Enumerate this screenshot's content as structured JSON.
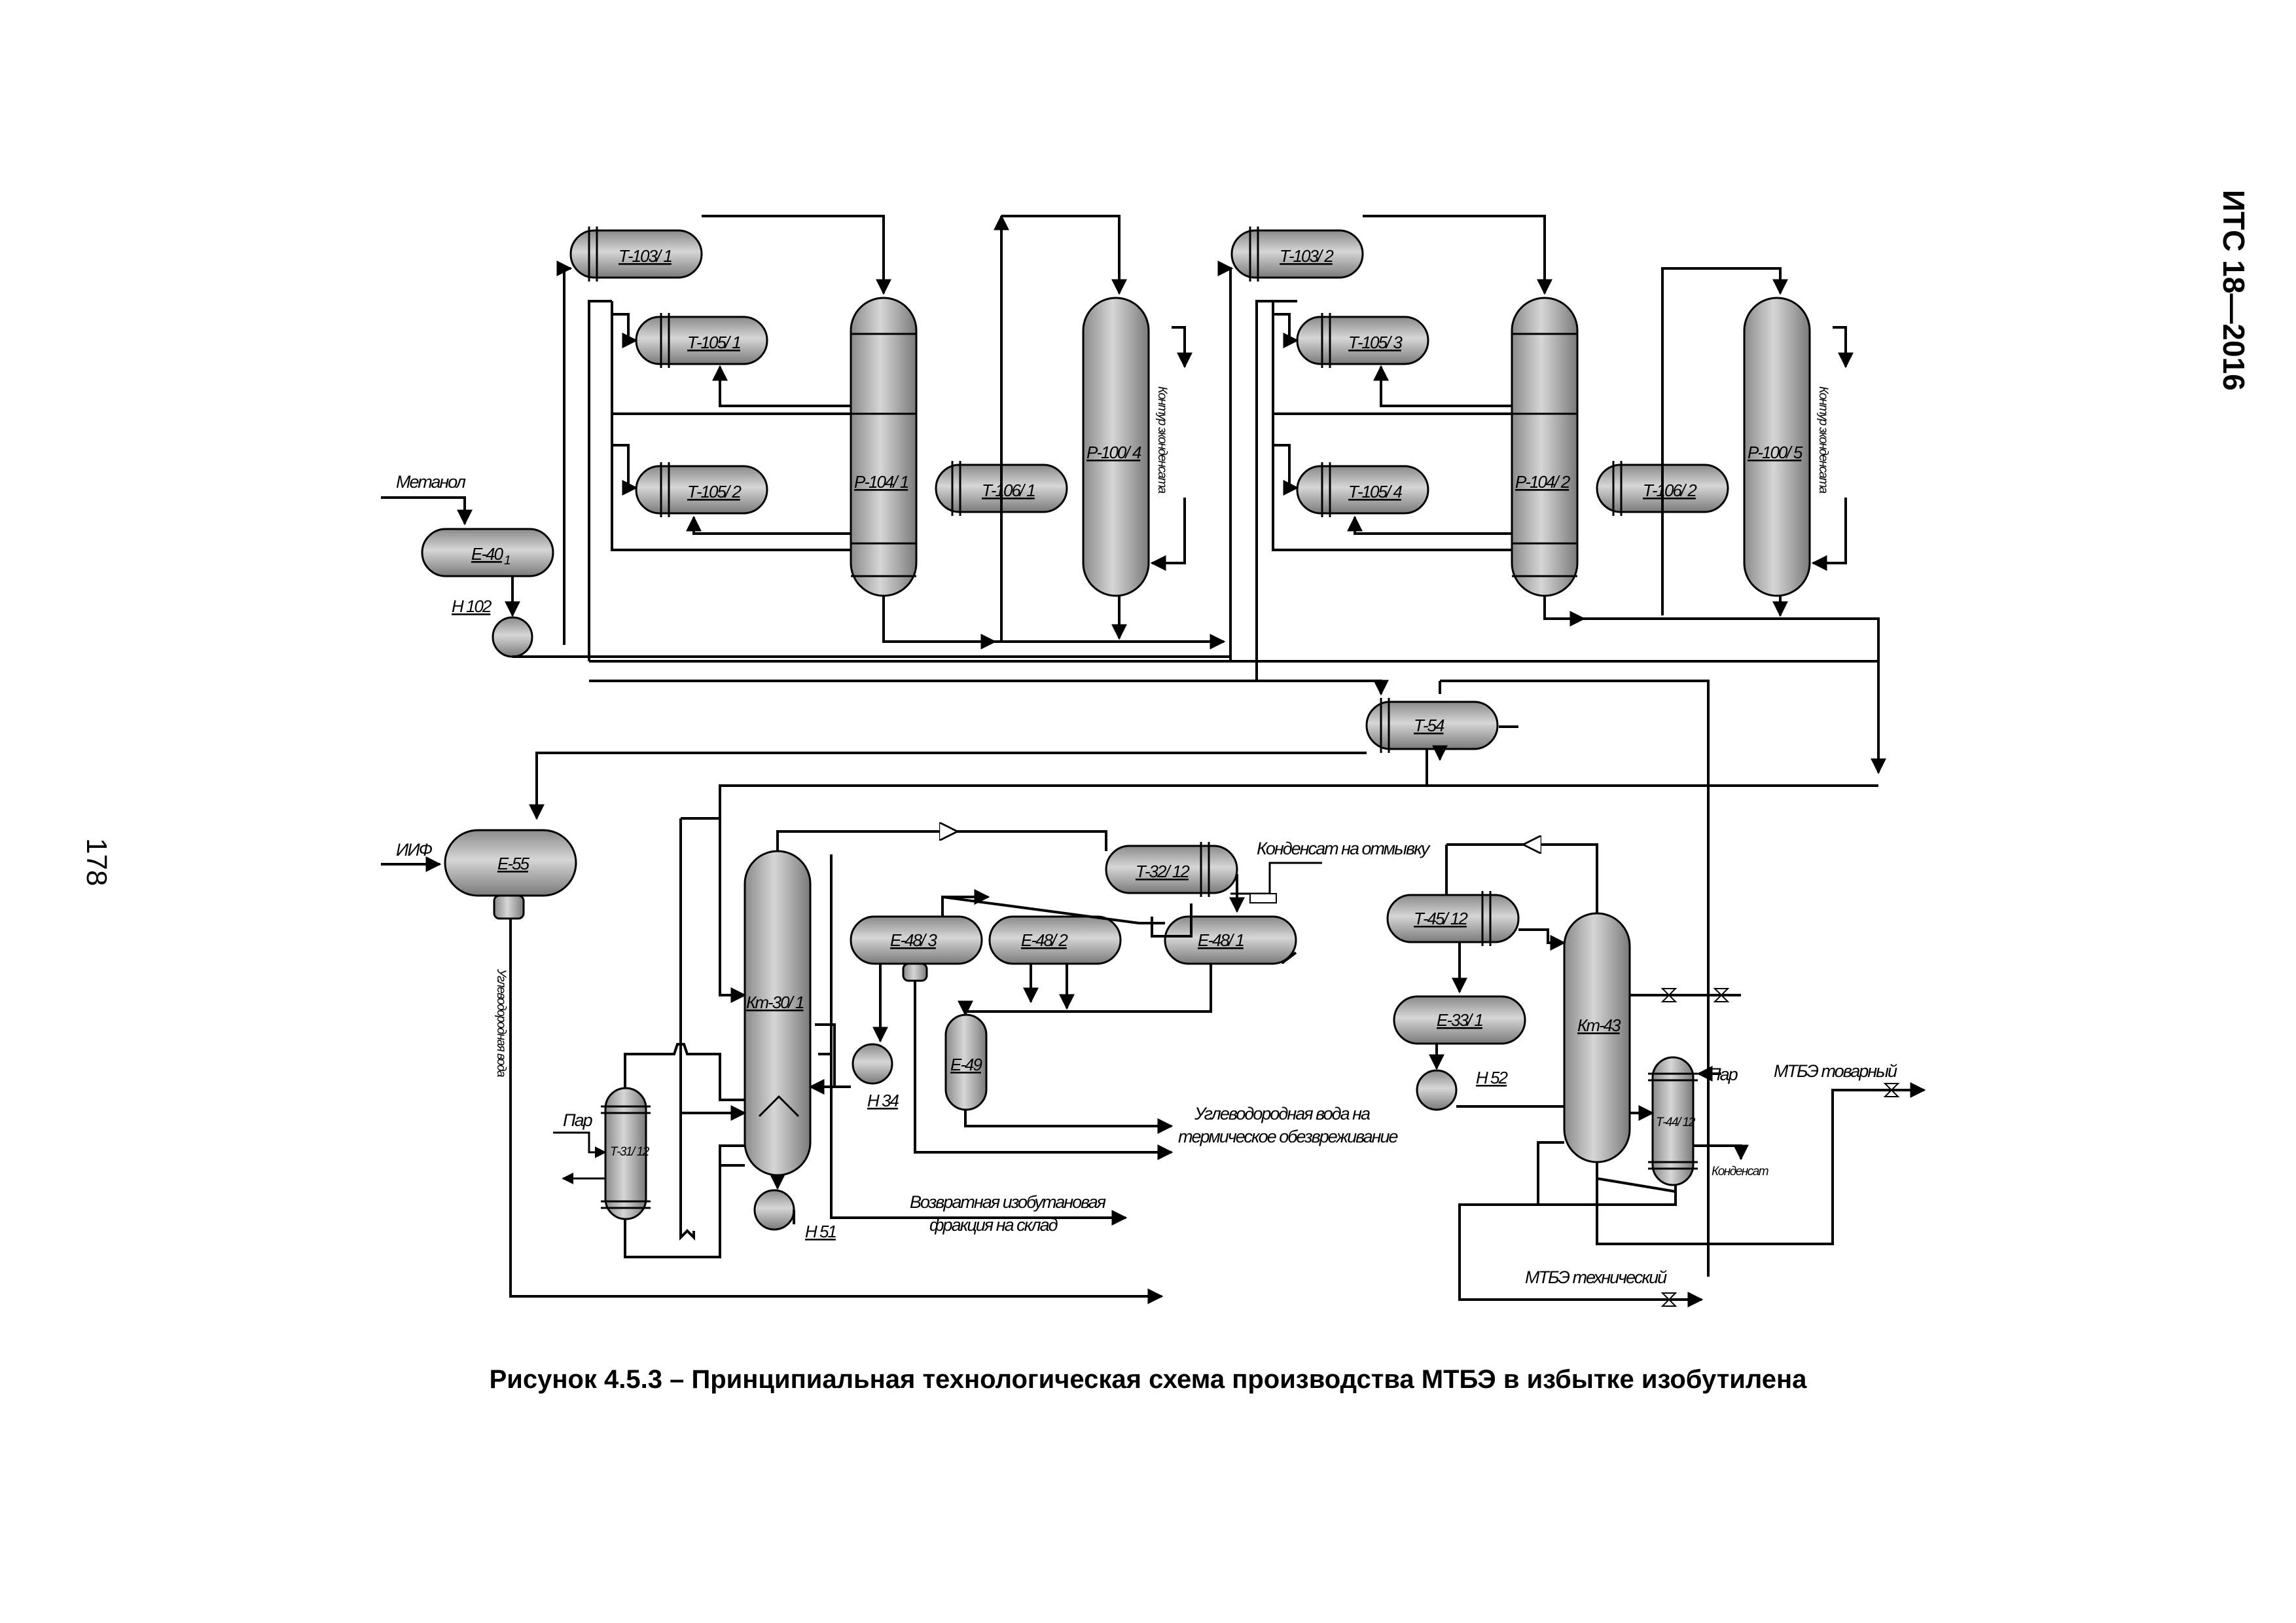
{
  "header": {
    "doc_code": "ИТС 18—2016",
    "page_number": "178"
  },
  "caption": "Рисунок 4.5.3 – Принципиальная технологическая схема производства МТБЭ в избытке изобутилена",
  "equipment": {
    "t103_1": "Т-103/ 1",
    "t105_1": "Т-105/ 1",
    "t105_2": "Т-105/ 2",
    "r104_1": "Р-104/ 1",
    "t106_1": "Т-106/ 1",
    "r100_4": "Р-100/ 4",
    "t103_2": "Т-103/ 2",
    "t105_3": "Т-105/ 3",
    "t105_4": "Т-105/ 4",
    "r104_2": "Р-104/ 2",
    "t106_2": "Т-106/ 2",
    "r100_5": "Р-100/ 5",
    "e40": "Е-40",
    "e40_sub": "1",
    "h102": "Н 102",
    "t54": "Т-54",
    "e55": "Е-55",
    "kt30_1": "Кт-30/ 1",
    "t32_12": "Т-32/ 12",
    "e48_3": "Е-48/ 3",
    "e48_2": "Е-48/ 2",
    "e48_1": "Е-48/ 1",
    "e49": "Е-49",
    "h34": "Н 34",
    "h51": "Н 51",
    "t31_12": "Т-31/ 12",
    "t45_12": "Т-45/ 12",
    "e33_1": "Е-33/ 1",
    "h52": "Н 52",
    "kt43": "Кт-43",
    "t44_12": "Т-44/ 12"
  },
  "streams": {
    "methanol": "Метанол",
    "iif": "ИИФ",
    "condensate_loop_1": "Контур зконденсата",
    "condensate_loop_2": "Контур зконденсата",
    "condensate_to_wash": "Конденсат на отмывку",
    "hydrocarbon_water": "Углеводородная вода",
    "hc_water_thermal_1": "Углеводородная вода на",
    "hc_water_thermal_2": "термическое обезвреживание",
    "return_ib_1": "Возвратная изобутановая",
    "return_ib_2": "фракция на склад",
    "steam_1": "Пар",
    "steam_2": "Пар",
    "mtbe_commercial": "МТБЭ товарный",
    "mtbe_technical": "МТБЭ технический",
    "condensate": "Конденсат"
  }
}
